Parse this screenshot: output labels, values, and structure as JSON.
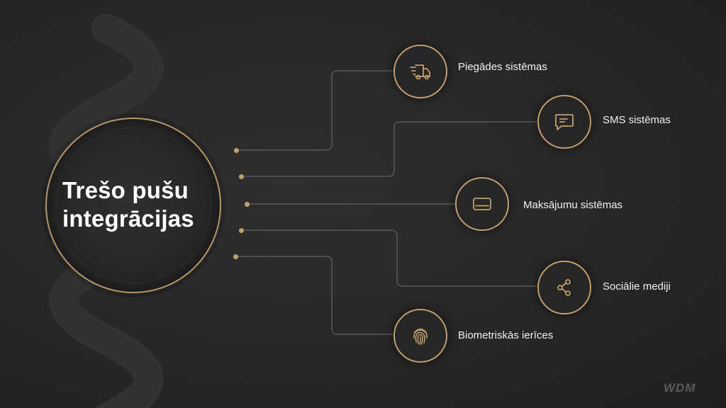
{
  "hub": {
    "title_line1": "Trešo pušu",
    "title_line2": "integrācijas"
  },
  "nodes": [
    {
      "label": "Piegādes sistēmas",
      "icon": "delivery-truck-icon"
    },
    {
      "label": "SMS sistēmas",
      "icon": "chat-message-icon"
    },
    {
      "label": "Maksājumu sistēmas",
      "icon": "payment-card-icon"
    },
    {
      "label": "Sociālie mediji",
      "icon": "share-icon"
    },
    {
      "label": "Biometriskās ierīces",
      "icon": "fingerprint-icon"
    }
  ],
  "brand": {
    "logo_text": "WDM"
  },
  "colors": {
    "background": "#2a2a2a",
    "accent_gold": "#c19e6e",
    "connector": "#4a4a4a",
    "text": "#f2f2f2"
  }
}
